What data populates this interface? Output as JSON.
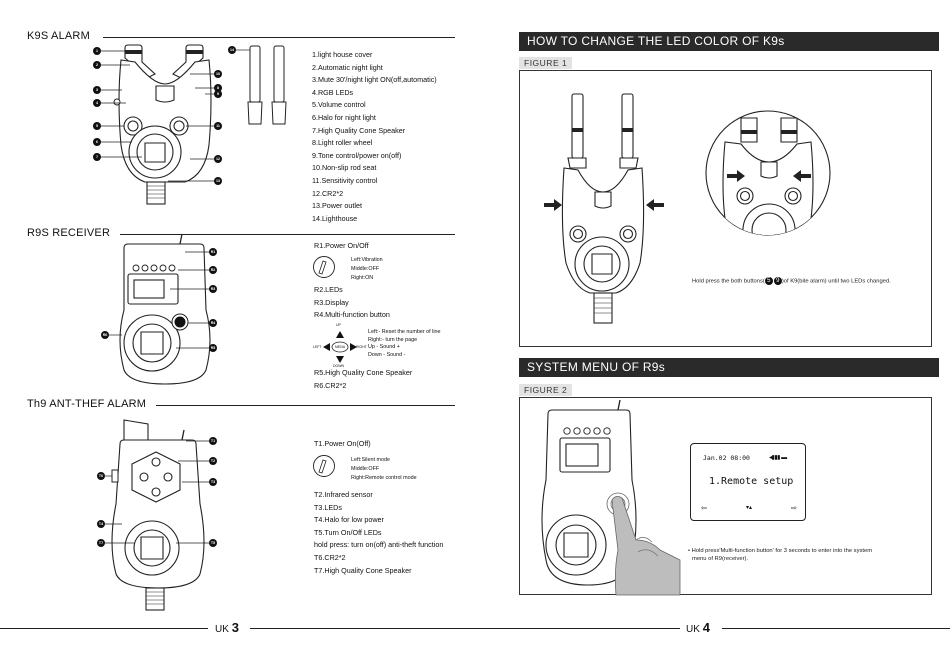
{
  "left": {
    "k9s": {
      "title": "K9S ALARM",
      "items": [
        "1.light house cover",
        "2.Automatic night light",
        "3.Mute 30'/night light ON(off,automatic)",
        "4.RGB LEDs",
        "5.Volume control",
        "6.Halo for night light",
        "7.High Quality Cone Speaker",
        "8.Light roller wheel",
        "9.Tone control/power on(off)",
        "10.Non-slip rod seat",
        "11.Sensitivity control",
        "12.CR2*2",
        "13.Power outlet",
        "14.Lighthouse"
      ],
      "callouts": [
        "1",
        "2",
        "3",
        "4",
        "5",
        "6",
        "7",
        "14",
        "10",
        "8",
        "9",
        "11",
        "12",
        "13"
      ]
    },
    "r9s": {
      "title": "R9S RECEIVER",
      "r1": "R1.Power On/Off",
      "r1_sub": [
        "Left:Vibration",
        "Middle:OFF",
        "Right:ON"
      ],
      "r2": "R2.LEDs",
      "r3": "R3.Display",
      "r4": "R4.Multi-function button",
      "dpad_labels": {
        "up": "UP",
        "down": "DOWN",
        "left": "LEFT",
        "right": "RIGHT",
        "center": "MENU"
      },
      "dpad_notes": [
        "Left:- Reset the number of line",
        "Right:- turn the page",
        "Up -  Sound +",
        "Down - Sound -"
      ],
      "r5": "R5.High Quality Cone Speaker",
      "r6": "R6.CR2*2",
      "callouts": [
        "R1",
        "R2",
        "R3",
        "R4",
        "R5",
        "R6"
      ]
    },
    "th9": {
      "title": "Th9 ANT-THEF ALARM",
      "t1": "T1.Power On(Off)",
      "t1_sub": [
        "Left:Silent mode",
        "Middle:OFF",
        "Right:Remote control mode"
      ],
      "items": [
        "T2.Infrared sensor",
        "T3.LEDs",
        "T4.Halo for low power",
        "T5.Turn On/Off LEDs",
        "hold press: turn on(off) anti-theft function",
        "T6.CR2*2",
        "T7.High Quality Cone Speaker"
      ],
      "callouts": [
        "T1",
        "T2",
        "T6",
        "T3",
        "T4",
        "T7",
        "T5"
      ]
    },
    "footer": {
      "uk": "UK",
      "page": "3"
    }
  },
  "right": {
    "led": {
      "title": "HOW TO CHANGE THE LED COLOR OF K9s",
      "figure": "FIGURE 1",
      "note_pre": "Hold press the both buttons(",
      "note_b1": "5",
      "note_b2": "9",
      "note_post": ")of K9(bite alarm) until two LEDs changed."
    },
    "menu": {
      "title": "SYSTEM MENU OF R9s",
      "figure": "FIGURE 2",
      "lcd": {
        "date": "Jan.02 08:00",
        "main": "1.Remote setup"
      },
      "note": [
        "• Hold press'Multi-function button' for 3 seconds to enter into the system",
        "menu of R9(receiver)."
      ]
    },
    "footer": {
      "uk": "UK",
      "page": "4"
    }
  }
}
